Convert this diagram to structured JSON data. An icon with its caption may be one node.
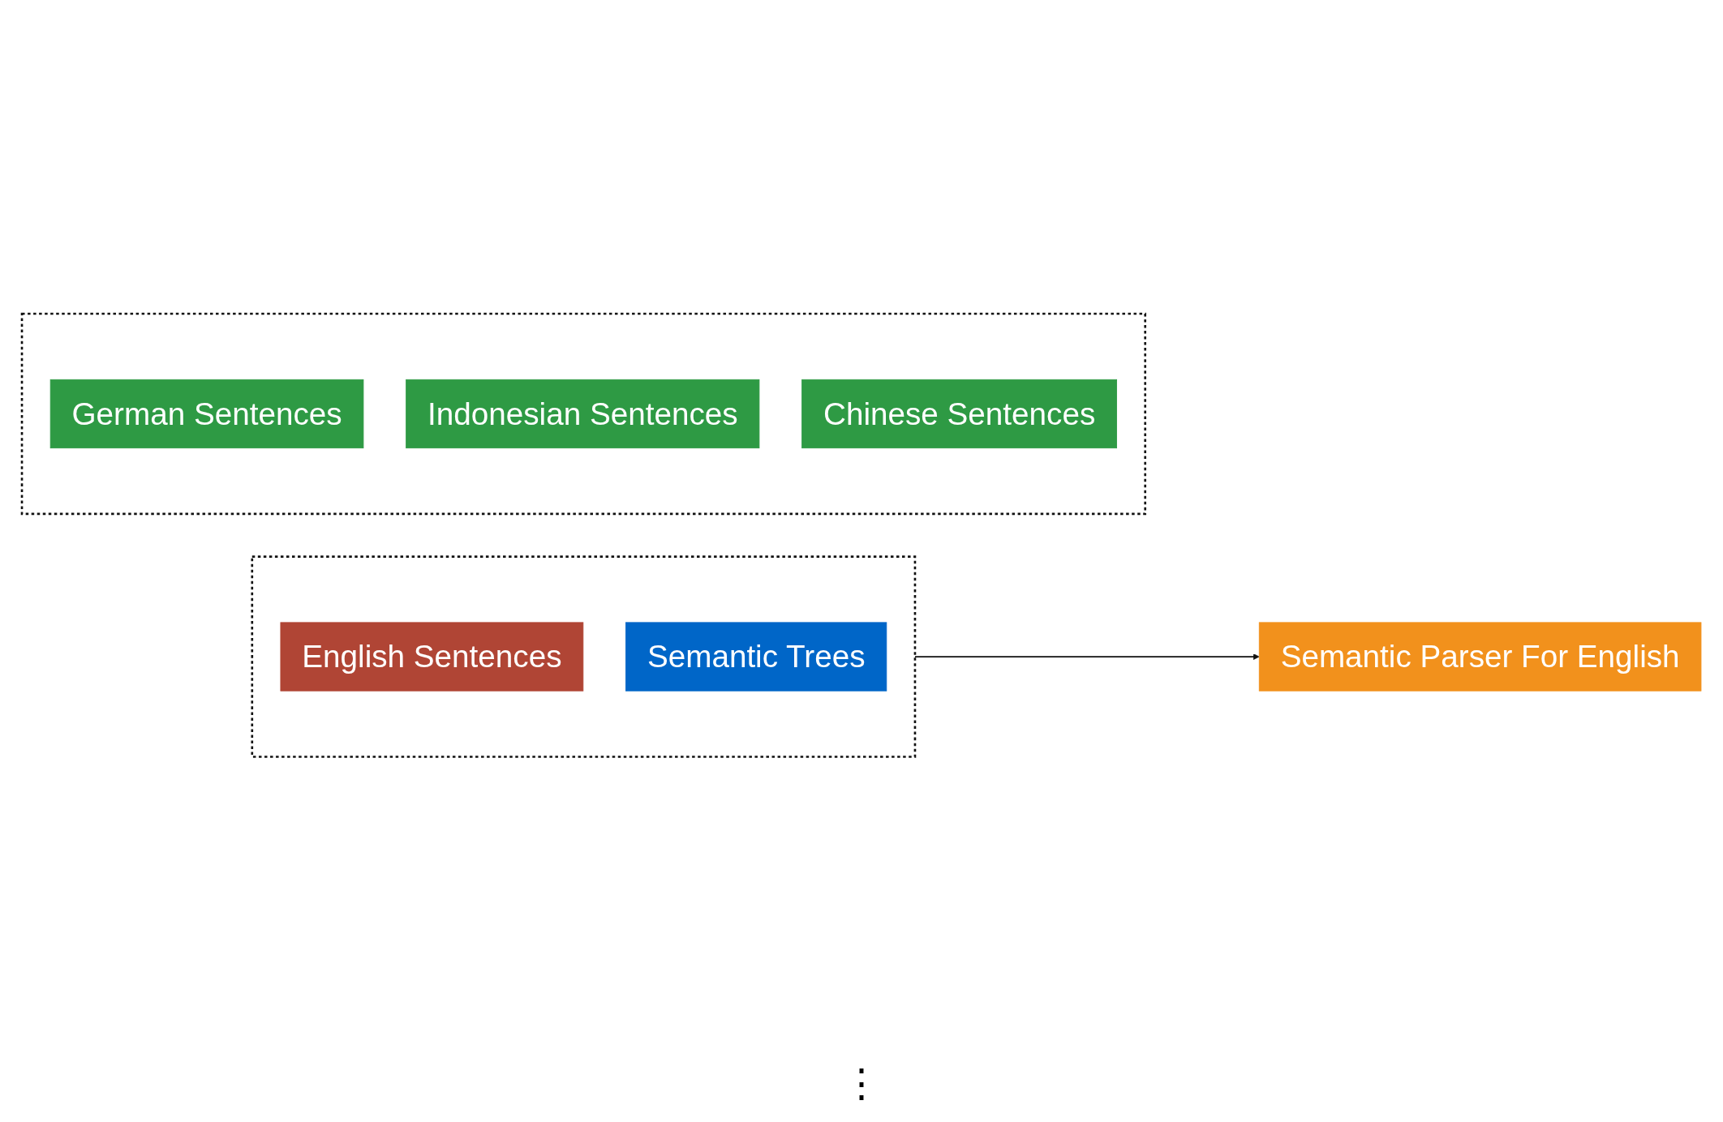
{
  "diagram": {
    "nodes": [
      {
        "text": [],
        "shape": "box"
      },
      {
        "text": [
          "English Sentences"
        ],
        "in": 0
      },
      {
        "text": [
          "Semantic Trees"
        ],
        "in": 0
      },
      {
        "text": [
          "Semantic Parser For English"
        ]
      },
      {
        "text": [],
        "shape": "box"
      },
      {
        "text": [
          "German Sentences"
        ],
        "in": 4
      },
      {
        "text": [
          "Indonesian Sentences"
        ],
        "in": 4
      },
      {
        "text": [
          "Chinese Sentences"
        ],
        "in": 4
      }
    ],
    "edges": [
      {
        "from": 0,
        "to": 3,
        "arrow": "to"
      }
    ],
    "labels": [
      "⋮"
    ]
  }
}
